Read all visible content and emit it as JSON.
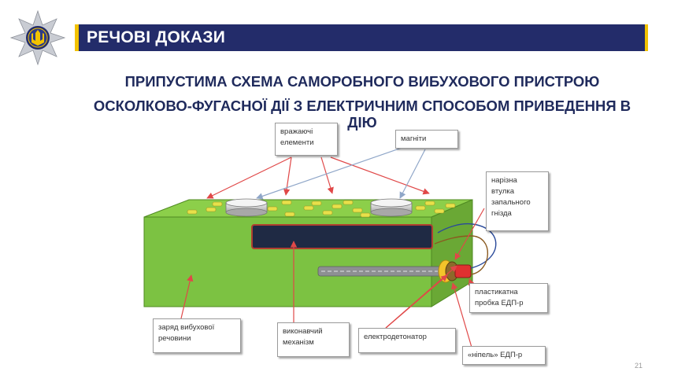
{
  "header": {
    "title": "РЕЧОВІ ДОКАЗИ"
  },
  "slide": {
    "title_line1": "ПРИПУСТИМА СХЕМА САМОРОБНОГО ВИБУХОВОГО ПРИСТРОЮ",
    "title_line2": "ОСКОЛКОВО-ФУГАСНОЇ ДІЇ З ЕЛЕКТРИЧНИМ СПОСОБОМ ПРИВЕДЕННЯ В",
    "title_line3": "ДІЮ"
  },
  "labels": {
    "fragments_l1": "вражаючі",
    "fragments_l2": "елементи",
    "magnets": "магніти",
    "sleeve_l1": "нарізна",
    "sleeve_l2": "втулка",
    "sleeve_l3": "запального",
    "sleeve_l4": "гнізда",
    "plug_l1": "пластикатна",
    "plug_l2": "пробка ЕДП-р",
    "charge_l1": "заряд вибухової",
    "charge_l2": "речовини",
    "actuator_l1": "виконавчий",
    "actuator_l2": "механізм",
    "detonator": "електродетонатор",
    "nipple": "«ніпель» ЕДП-р"
  },
  "page_number": "21",
  "colors": {
    "header_bg": "#232c6a",
    "accent_gold": "#f2c200",
    "title_text": "#1f2a5c",
    "charge_green": "#7cc242",
    "arrow_red": "#e04848",
    "arrow_blue": "#8fa6c8"
  },
  "icons": {
    "emblem": "national-police-emblem-icon"
  }
}
